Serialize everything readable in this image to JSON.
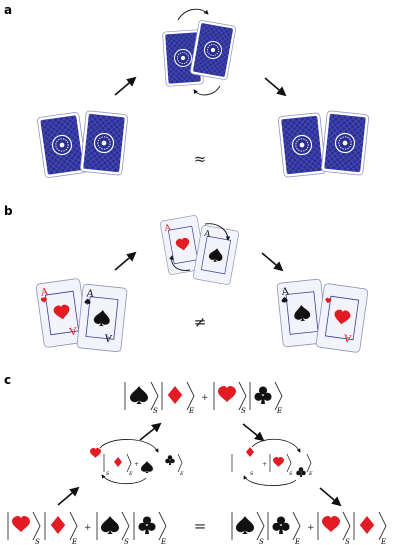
{
  "panels": {
    "a": {
      "label": "a",
      "relation": "≈"
    },
    "b": {
      "label": "b",
      "relation": "≠"
    },
    "c": {
      "label": "c",
      "relation": "=",
      "plus": "+"
    }
  },
  "cards": {
    "ace_rank": "A"
  },
  "ket_subscripts": {
    "s": "S",
    "e": "E"
  },
  "colors": {
    "card_back": "#2a2f8f",
    "card_back_pattern": "#4a50c0",
    "card_face": "#f2f3fa",
    "card_border": "#9aa0c8",
    "red_suit": "#e31b23",
    "black_suit": "#111111",
    "arrow": "#111111"
  }
}
